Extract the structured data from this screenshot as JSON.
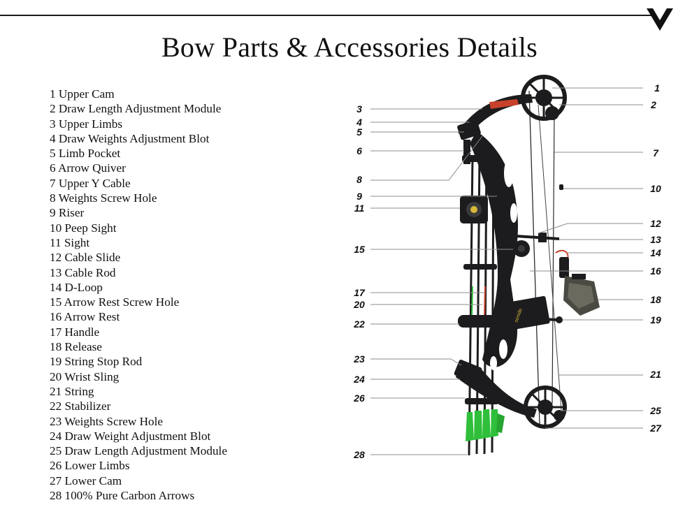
{
  "title": "Bow Parts & Accessories Details",
  "parts": [
    {
      "num": "1",
      "name": "Upper Cam"
    },
    {
      "num": "2",
      "name": "Draw Length Adjustment Module"
    },
    {
      "num": "3",
      "name": "Upper Limbs"
    },
    {
      "num": "4",
      "name": "Draw Weights Adjustment Blot"
    },
    {
      "num": "5",
      "name": "Limb Pocket"
    },
    {
      "num": "6",
      "name": "Arrow Quiver"
    },
    {
      "num": "7",
      "name": "Upper Y Cable"
    },
    {
      "num": "8",
      "name": "Weights Screw Hole"
    },
    {
      "num": "9",
      "name": "Riser"
    },
    {
      "num": "10",
      "name": "Peep Sight"
    },
    {
      "num": "11",
      "name": "Sight"
    },
    {
      "num": "12",
      "name": "Cable Slide"
    },
    {
      "num": "13",
      "name": "Cable Rod"
    },
    {
      "num": "14",
      "name": "D-Loop"
    },
    {
      "num": "15",
      "name": "Arrow Rest Screw Hole"
    },
    {
      "num": "16",
      "name": "Arrow Rest"
    },
    {
      "num": "17",
      "name": "Handle"
    },
    {
      "num": "18",
      "name": "Release"
    },
    {
      "num": "19",
      "name": "String Stop Rod"
    },
    {
      "num": "20",
      "name": "Wrist Sling"
    },
    {
      "num": "21",
      "name": "String"
    },
    {
      "num": "22",
      "name": "Stabilizer"
    },
    {
      "num": "23",
      "name": "Weights Screw Hole"
    },
    {
      "num": "24",
      "name": "Draw Weight Adjustment Blot"
    },
    {
      "num": "25",
      "name": "Draw Length Adjustment Module"
    },
    {
      "num": "26",
      "name": "Lower Limbs"
    },
    {
      "num": "27",
      "name": "Lower Cam"
    },
    {
      "num": "28",
      "name": "100% Pure Carbon Arrows"
    }
  ],
  "callouts": {
    "left": [
      "3",
      "4",
      "5",
      "6",
      "8",
      "9",
      "11",
      "15",
      "17",
      "20",
      "22",
      "23",
      "24",
      "26",
      "28"
    ],
    "right": [
      "1",
      "2",
      "7",
      "10",
      "12",
      "13",
      "14",
      "16",
      "18",
      "19",
      "21",
      "25",
      "27"
    ]
  },
  "riser_brand_text": "sonido",
  "colors": {
    "text": "#111111",
    "leader": "#8c8c8c",
    "bow_body": "#1c1c1e",
    "arrow_fletch": "#2fbf3a",
    "accent_yellow": "#d8b83a",
    "accent_red": "#c8412b"
  }
}
